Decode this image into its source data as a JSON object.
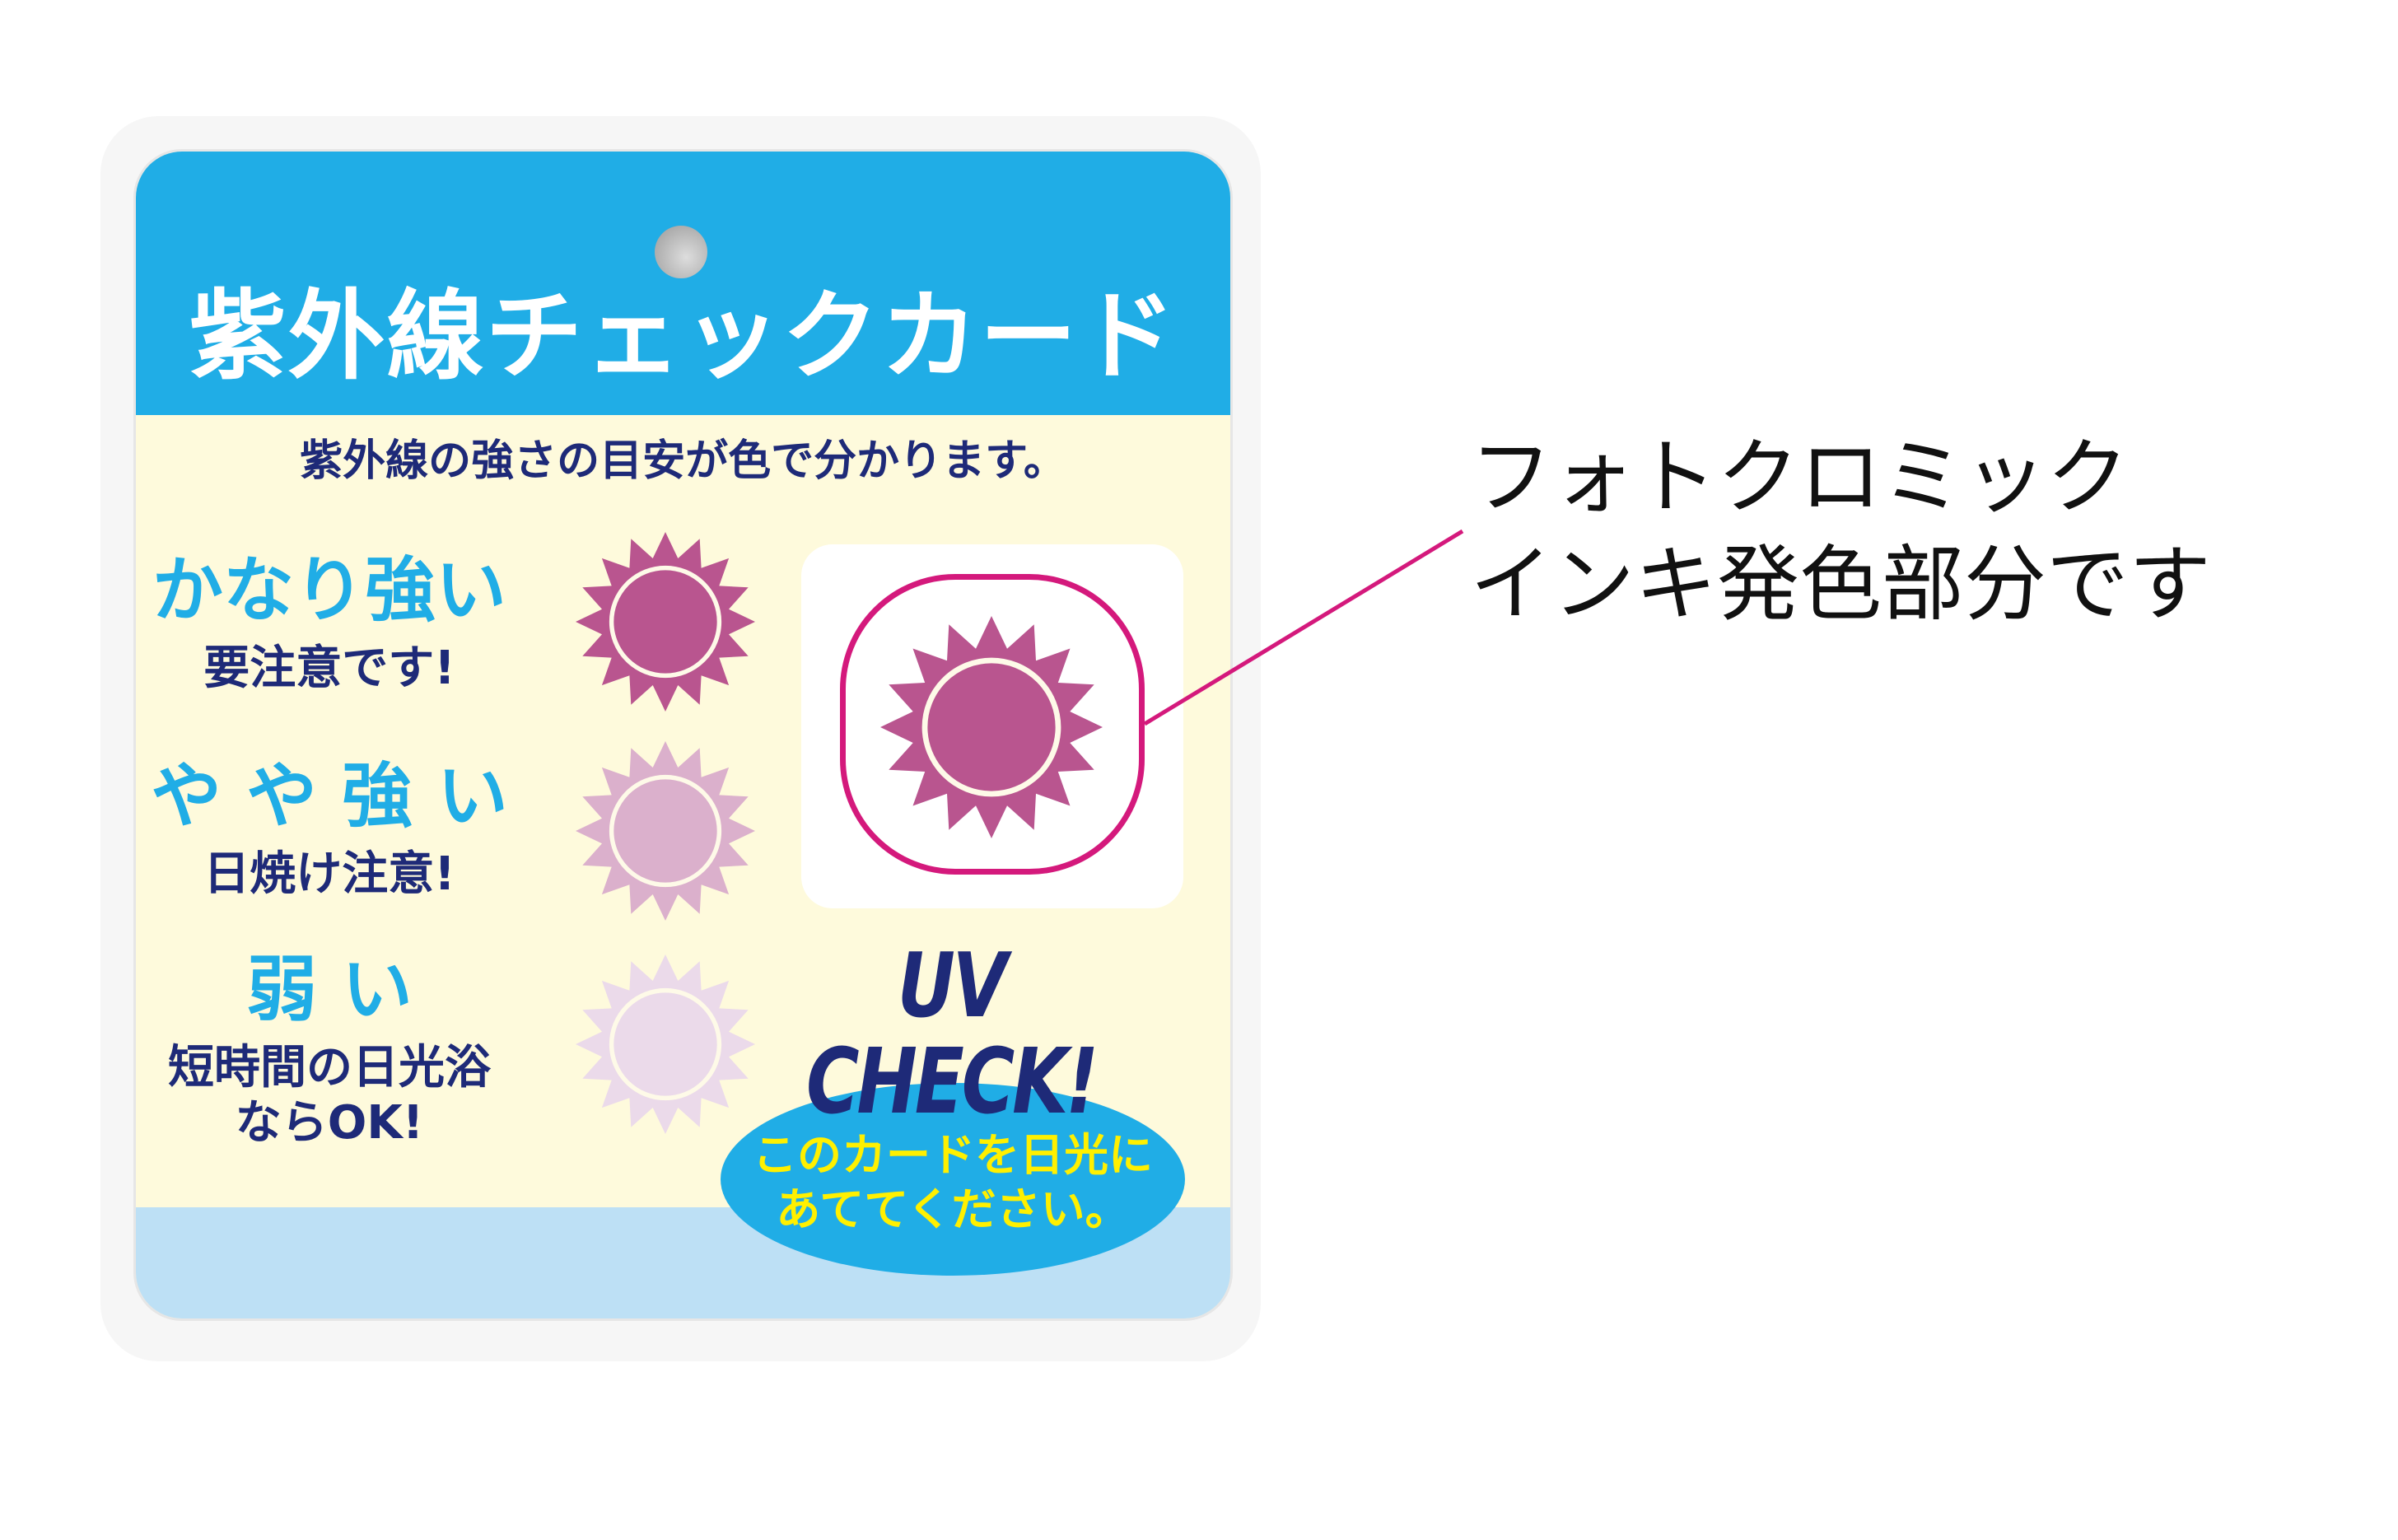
{
  "card": {
    "title": "紫外線チェックカード",
    "subtitle": "紫外線の強さの目安が色で分かります。",
    "levels": [
      {
        "label": "かなり強い",
        "note": "要注意です!",
        "color": "#B9558F"
      },
      {
        "label": "や や 強 い",
        "note": "日焼け注意!",
        "color": "#DBB0CC"
      },
      {
        "label": "弱 い",
        "note_line1": "短時間の日光浴",
        "note_line2": "ならOK!",
        "color": "#EBDAEA"
      }
    ],
    "indicator_color": "#B9558F",
    "uv_line1": "UV",
    "uv_line2": "CHECK!",
    "instruction_line1": "このカードを日光に",
    "instruction_line2": "あててください。"
  },
  "callout": {
    "line1": "フォトクロミック",
    "line2": "インキ発色部分です",
    "color": "#D4197C"
  }
}
